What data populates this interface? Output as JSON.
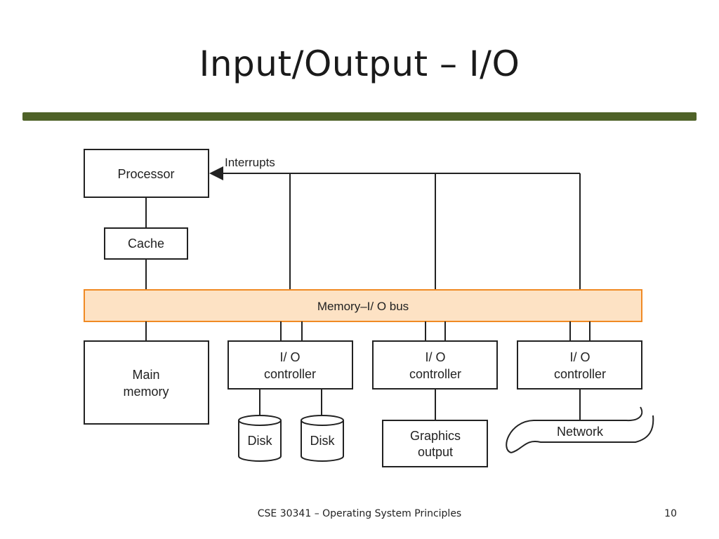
{
  "slide": {
    "title": "Input/Output – I/O",
    "footer": "CSE 30341 – Operating System Principles",
    "page_number": "10"
  },
  "diagram": {
    "processor": "Processor",
    "interrupts": "Interrupts",
    "cache": "Cache",
    "bus": "Memory–I/ O bus",
    "main_memory_line1": "Main",
    "main_memory_line2": "memory",
    "controller1_line1": "I/ O",
    "controller1_line2": "controller",
    "controller2_line1": "I/ O",
    "controller2_line2": "controller",
    "controller3_line1": "I/ O",
    "controller3_line2": "controller",
    "disk1": "Disk",
    "disk2": "Disk",
    "graphics_line1": "Graphics",
    "graphics_line2": "output",
    "network": "Network",
    "colors": {
      "bus_fill": "#fde2c4",
      "bus_stroke": "#f08a24",
      "title_rule": "#4f6228"
    }
  }
}
